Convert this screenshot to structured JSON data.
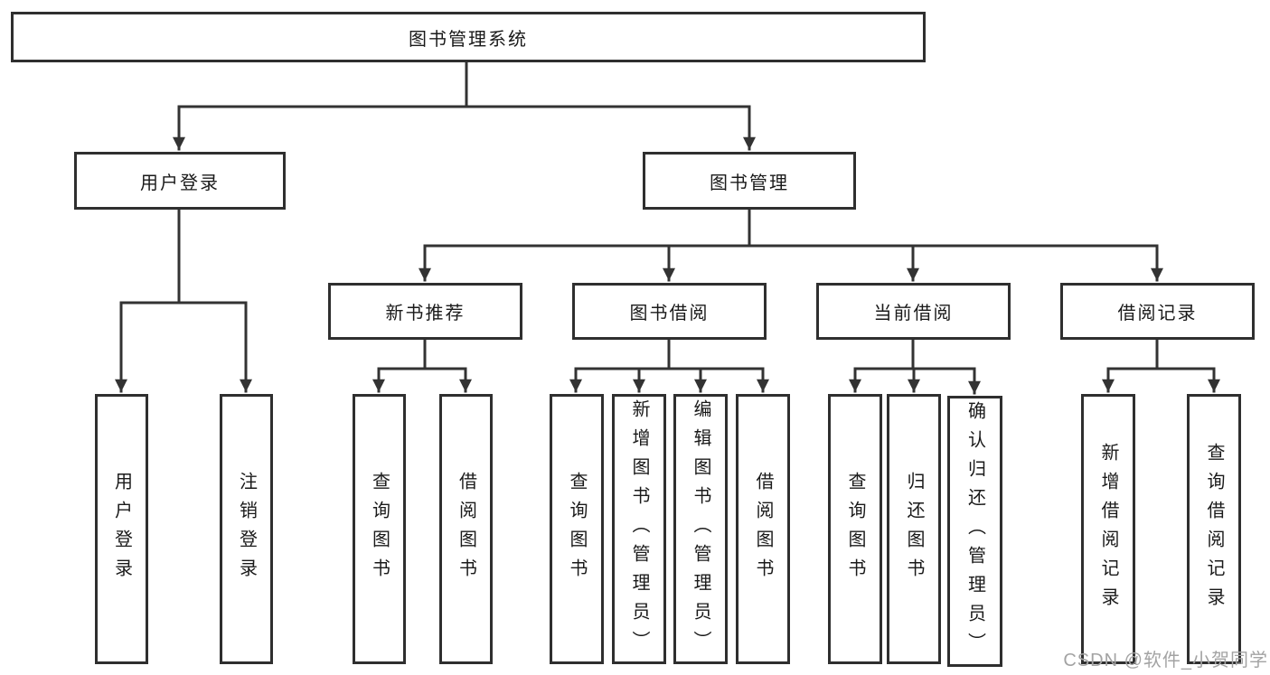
{
  "tree": {
    "root": {
      "label": "图书管理系统",
      "children": [
        {
          "label": "用户登录",
          "children": [
            {
              "label": "用户登录"
            },
            {
              "label": "注销登录"
            }
          ]
        },
        {
          "label": "图书管理",
          "children": [
            {
              "label": "新书推荐",
              "children": [
                {
                  "label": "查询图书"
                },
                {
                  "label": "借阅图书"
                }
              ]
            },
            {
              "label": "图书借阅",
              "children": [
                {
                  "label": "查询图书"
                },
                {
                  "label": "新增图书（管理员）"
                },
                {
                  "label": "编辑图书（管理员）"
                },
                {
                  "label": "借阅图书"
                }
              ]
            },
            {
              "label": "当前借阅",
              "children": [
                {
                  "label": "查询图书"
                },
                {
                  "label": "归还图书"
                },
                {
                  "label": "确认归还（管理员）"
                }
              ]
            },
            {
              "label": "借阅记录",
              "children": [
                {
                  "label": "新增借阅记录"
                },
                {
                  "label": "查询借阅记录"
                }
              ]
            }
          ]
        }
      ]
    }
  },
  "watermark": {
    "text": "CSDN @软件_小贺同学",
    "color": "#a3a3a3"
  },
  "colors": {
    "line": "#333333",
    "box_border": "#2f2f2f",
    "text": "#1a1a1a",
    "background": "#ffffff"
  }
}
